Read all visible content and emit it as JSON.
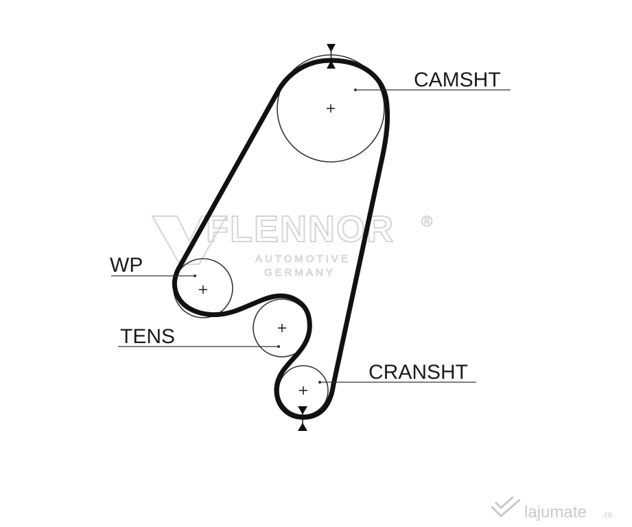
{
  "labels": {
    "camshaft": "CAMSHT",
    "water_pump": "WP",
    "tensioner": "TENS",
    "crankshaft": "CRANSHT"
  },
  "watermark": {
    "brand": "FLENNOR",
    "registered": "®",
    "line1": "AUTOMOTIVE",
    "line2": "GERMANY"
  },
  "site_watermark": {
    "name": "lajumate",
    "tld": ".ro"
  },
  "colors": {
    "belt": "#111111",
    "pulley": "#333333",
    "text": "#1a1a1a",
    "watermark": "#d4d4d4"
  }
}
